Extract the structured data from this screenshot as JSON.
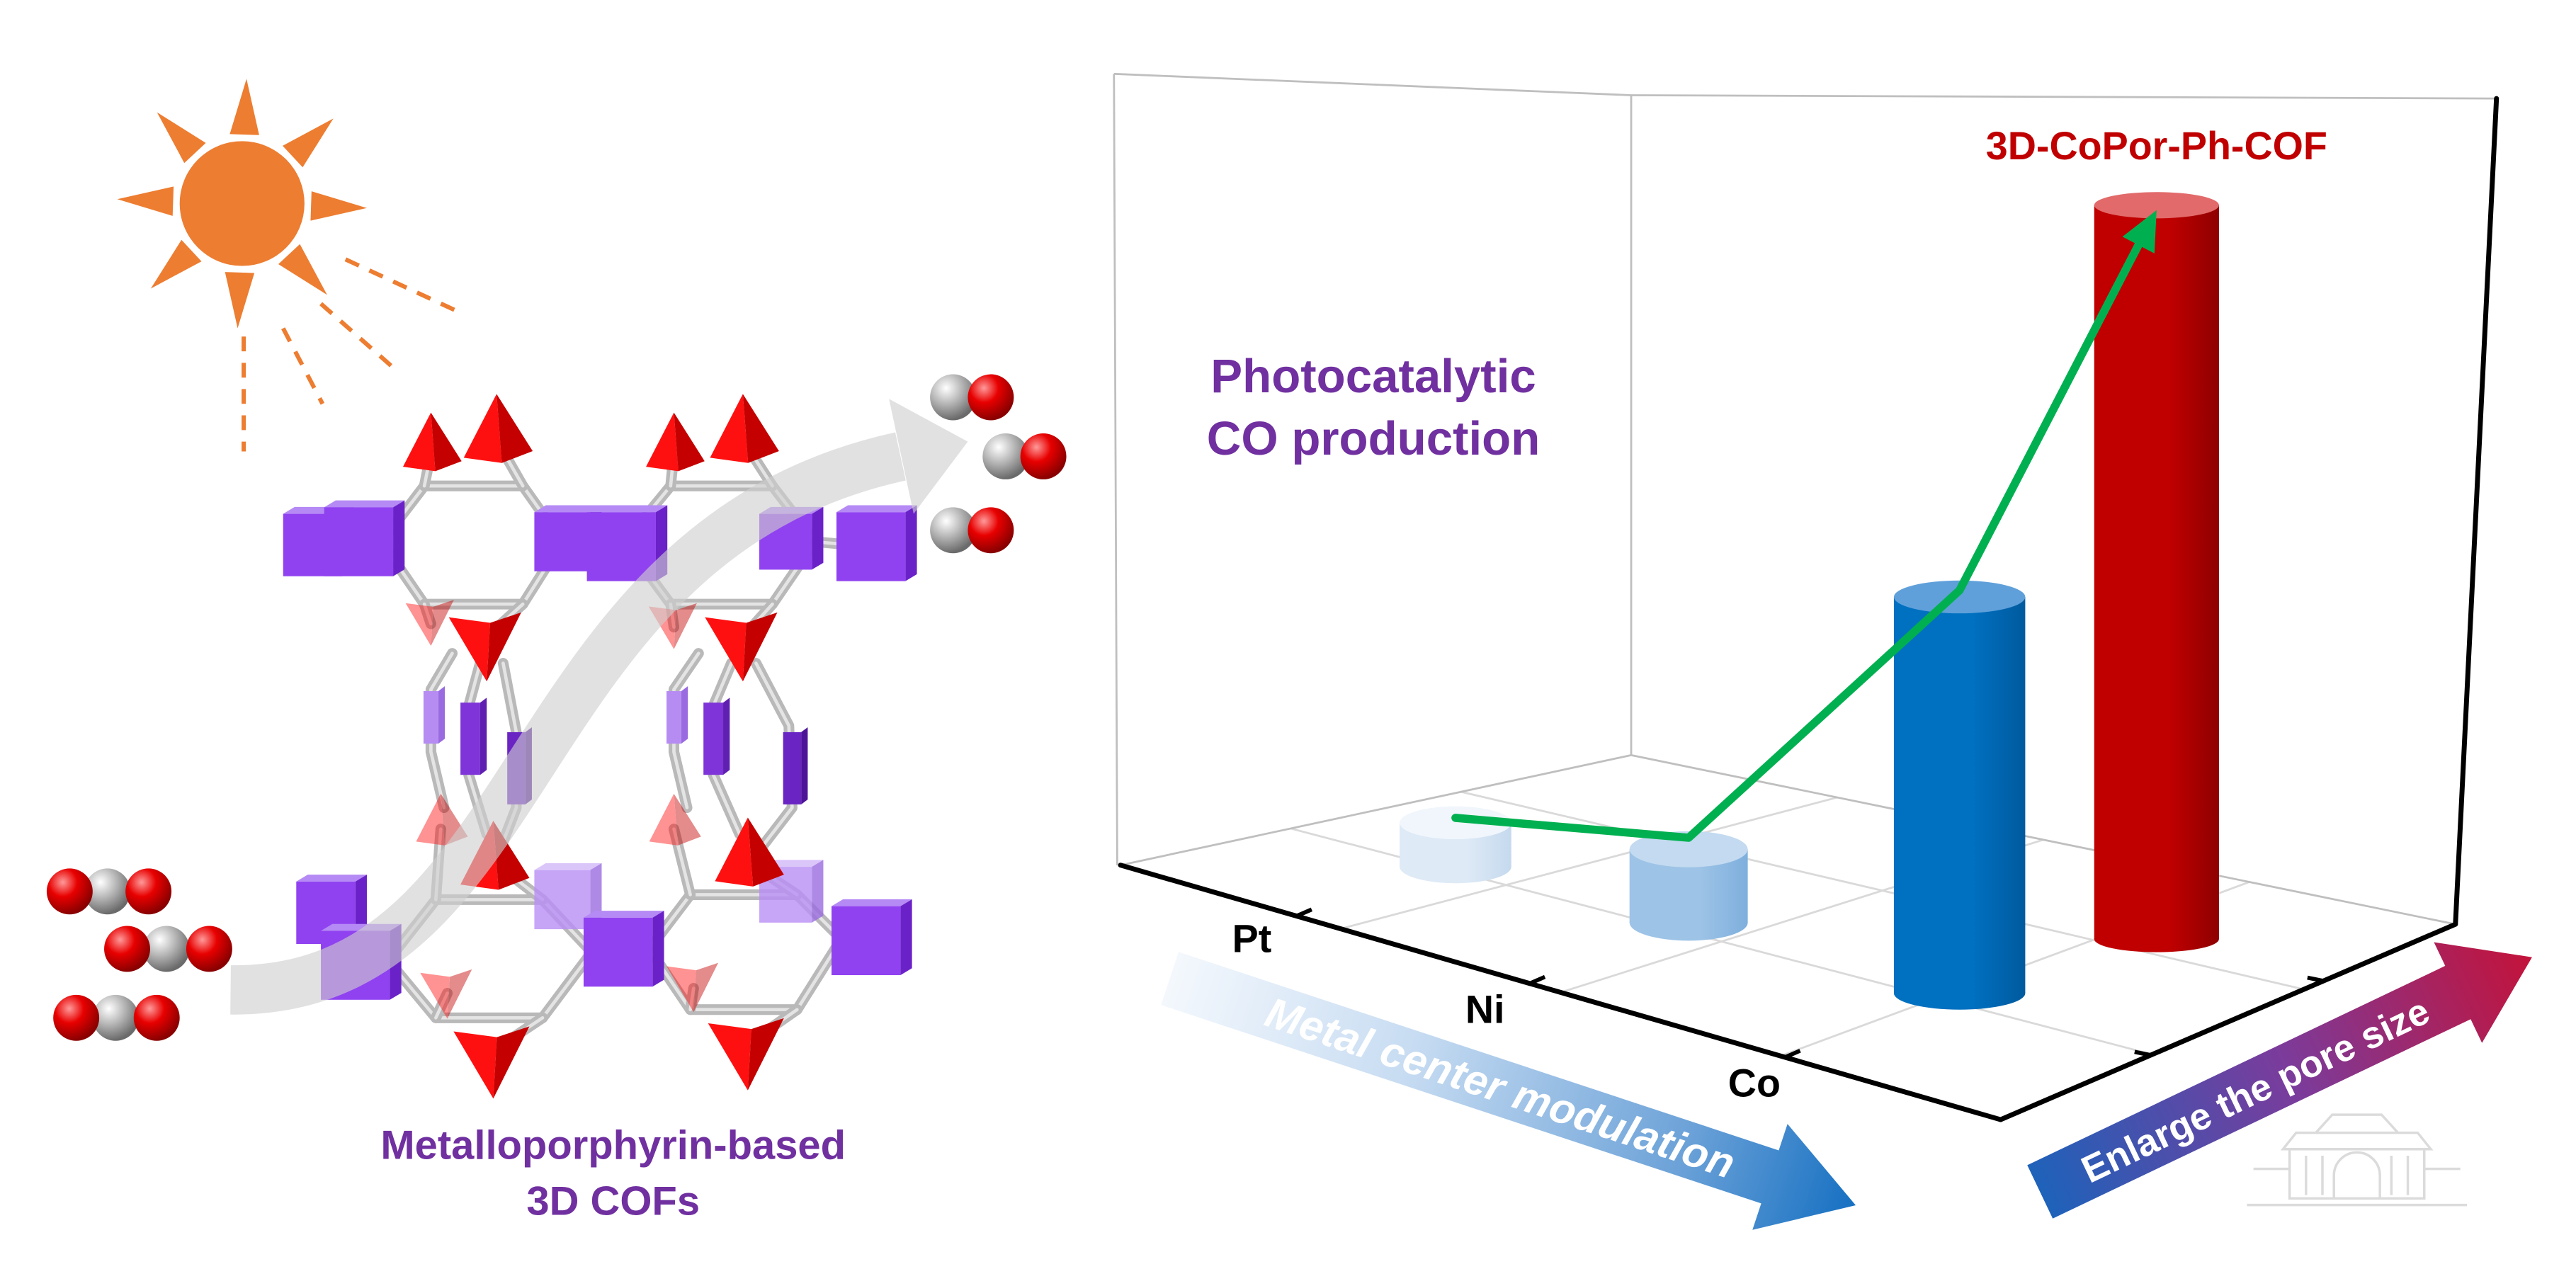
{
  "figure": {
    "left_caption": {
      "line1": "Metalloporphyrin-based",
      "line2": "3D COFs"
    },
    "chart_title": {
      "line1": "Photocatalytic",
      "line2": "CO production"
    },
    "arrow_metal_label": "Metal center modulation",
    "arrow_pore_label": "Enlarge the pore size",
    "bars": [
      {
        "label": "Pt",
        "relative_value": 0.06,
        "color": "#DEEAF6"
      },
      {
        "label": "Ni",
        "relative_value": 0.1,
        "color": "#9DC3E6"
      },
      {
        "label": "Co",
        "relative_value": 0.54,
        "color": "#0070C0"
      },
      {
        "label": "3D-CoPor-Ph-COF",
        "relative_value": 1.0,
        "color": "#C00000"
      }
    ],
    "colors": {
      "caption_purple": "#7030A0",
      "highlight_red": "#C00000",
      "trend_green": "#00B050",
      "sun_orange": "#ED7D31",
      "porphyrin_purple": "#9042F0",
      "tetrahedron_red": "#FF1010"
    },
    "icons": [
      "sun-icon",
      "co2-molecule",
      "co-molecule",
      "watermark-logo"
    ]
  }
}
